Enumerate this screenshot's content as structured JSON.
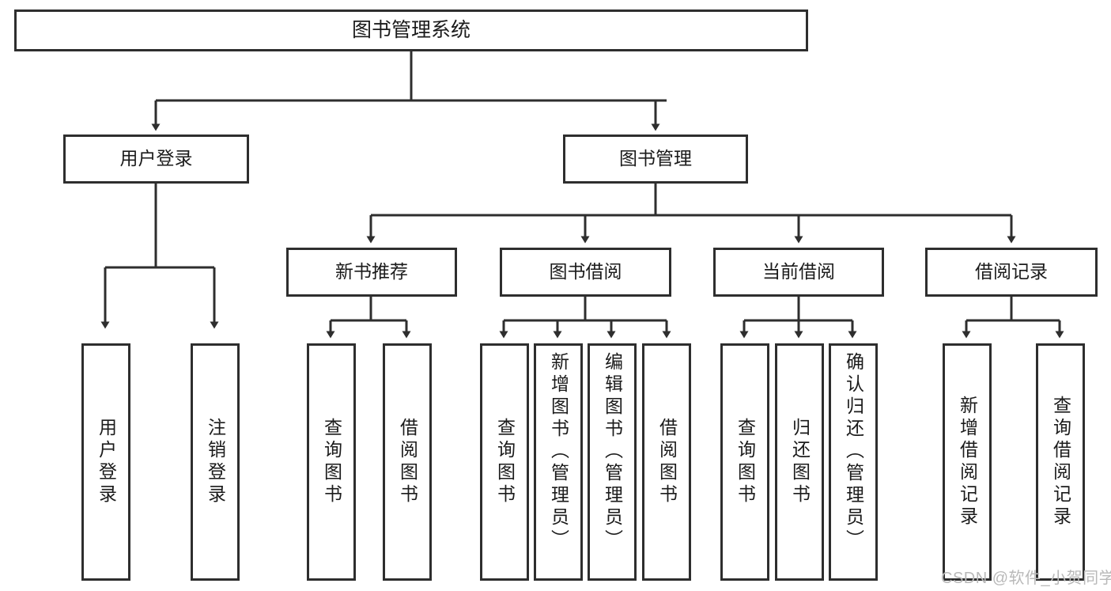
{
  "diagram": {
    "type": "tree-hierarchy",
    "title": "图书管理系统",
    "root": {
      "label": "图书管理系统"
    },
    "level2": [
      {
        "id": "user-login",
        "label": "用户登录"
      },
      {
        "id": "book-management",
        "label": "图书管理"
      }
    ],
    "level3": [
      {
        "id": "new-book-recommend",
        "label": "新书推荐",
        "parent": "book-management"
      },
      {
        "id": "book-borrow",
        "label": "图书借阅",
        "parent": "book-management"
      },
      {
        "id": "current-borrow",
        "label": "当前借阅",
        "parent": "book-management"
      },
      {
        "id": "borrow-record",
        "label": "借阅记录",
        "parent": "book-management"
      }
    ],
    "leaves": [
      {
        "id": "leaf-user-login",
        "label": "用户登录",
        "parent": "user-login"
      },
      {
        "id": "leaf-logout-login",
        "label": "注销登录",
        "parent": "user-login"
      },
      {
        "id": "leaf-query-book-1",
        "label": "查询图书",
        "parent": "new-book-recommend"
      },
      {
        "id": "leaf-borrow-book-1",
        "label": "借阅图书",
        "parent": "new-book-recommend"
      },
      {
        "id": "leaf-query-book-2",
        "label": "查询图书",
        "parent": "book-borrow"
      },
      {
        "id": "leaf-add-book",
        "label": "新增图书（管理员）",
        "parent": "book-borrow"
      },
      {
        "id": "leaf-edit-book",
        "label": "编辑图书（管理员）",
        "parent": "book-borrow"
      },
      {
        "id": "leaf-borrow-book-2",
        "label": "借阅图书",
        "parent": "book-borrow"
      },
      {
        "id": "leaf-query-book-3",
        "label": "查询图书",
        "parent": "current-borrow"
      },
      {
        "id": "leaf-return-book",
        "label": "归还图书",
        "parent": "current-borrow"
      },
      {
        "id": "leaf-confirm-return",
        "label": "确认归还（管理员）",
        "parent": "current-borrow"
      },
      {
        "id": "leaf-add-record",
        "label": "新增借阅记录",
        "parent": "borrow-record"
      },
      {
        "id": "leaf-query-record",
        "label": "查询借阅记录",
        "parent": "borrow-record"
      }
    ],
    "colors": {
      "border": "#2e2e2e",
      "text": "#1b1b1b",
      "background": "#ffffff",
      "connector": "#2e2e2e",
      "watermark": "#b9b9b9"
    }
  },
  "watermark": {
    "text": "CSDN @软件_小贺同学"
  }
}
